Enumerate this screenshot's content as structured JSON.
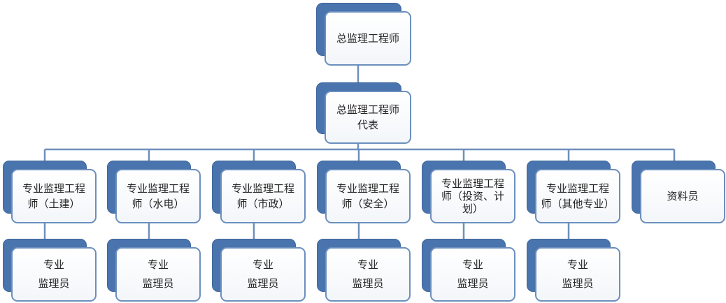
{
  "diagram": {
    "type": "org-chart",
    "colors": {
      "box_border": "#6b8fbe",
      "box_shadow": "#4a74ad",
      "connector": "#6f8fbd",
      "text": "#222222"
    },
    "root": {
      "label": "总监理工程师",
      "children": [
        {
          "label": "总监理工程师\n代表",
          "children": [
            {
              "label": "专业监理工程\n师（土建）",
              "children": [
                {
                  "label": "专业\n监理员"
                }
              ]
            },
            {
              "label": "专业监理工程\n师（水电）",
              "children": [
                {
                  "label": "专业\n监理员"
                }
              ]
            },
            {
              "label": "专业监理工程\n师（市政）",
              "children": [
                {
                  "label": "专业\n监理员"
                }
              ]
            },
            {
              "label": "专业监理工程\n师（安全）",
              "children": [
                {
                  "label": "专业\n监理员"
                }
              ]
            },
            {
              "label": "专业监理工程\n师（投资、计\n划）",
              "children": [
                {
                  "label": "专业\n监理员"
                }
              ]
            },
            {
              "label": "专业监理工程\n师（其他专业）",
              "children": [
                {
                  "label": "专业\n监理员"
                }
              ]
            },
            {
              "label": "资料员",
              "children": []
            }
          ]
        }
      ]
    }
  }
}
